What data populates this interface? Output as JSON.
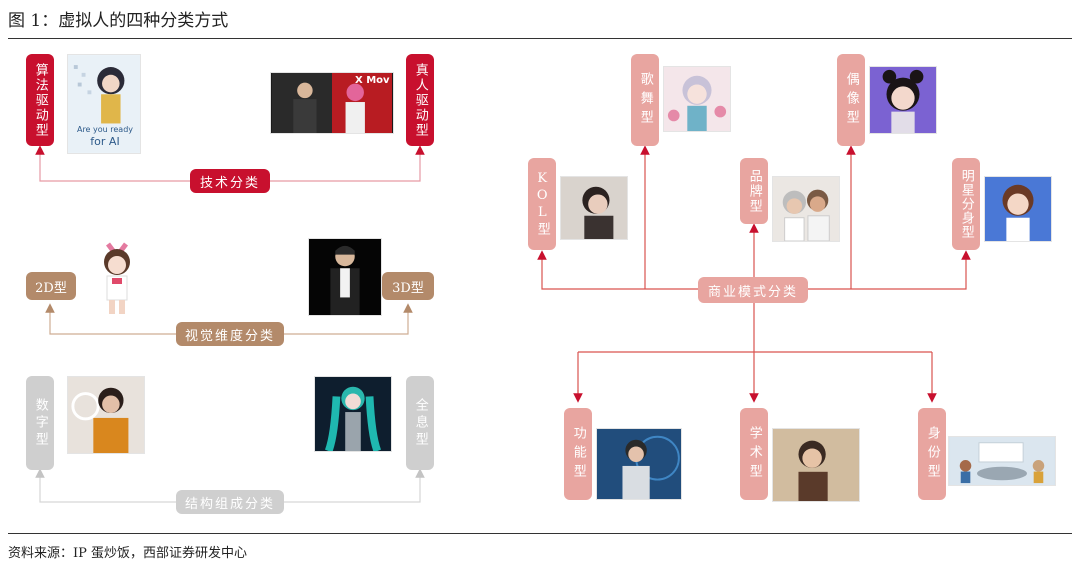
{
  "header": {
    "title": "图 1：虚拟人的四种分类方式"
  },
  "footer": {
    "source": "资料来源：IP 蛋炒饭，西部证券研发中心"
  },
  "technology": {
    "category": "技术分类",
    "left": "算法驱动型",
    "right": "真人驱动型",
    "left_photo_caption_1": "Are you ready",
    "left_photo_caption_2": "for AI",
    "right_photo_logo": "X Mov"
  },
  "visual": {
    "category": "视觉维度分类",
    "left": "2D型",
    "right": "3D型"
  },
  "structure": {
    "category": "结构组成分类",
    "left": "数字型",
    "right": "全息型"
  },
  "business": {
    "category": "商业模式分类",
    "top": [
      "歌舞型",
      "偶像型"
    ],
    "middle": [
      "KOL型",
      "品牌型",
      "明星分身型"
    ],
    "bottom": [
      "功能型",
      "学术型",
      "身份型"
    ]
  },
  "colors": {
    "technology": "#c8102e",
    "visual": "#b38a6a",
    "structure": "#cfcfcf",
    "business": "#e8a5a0"
  }
}
